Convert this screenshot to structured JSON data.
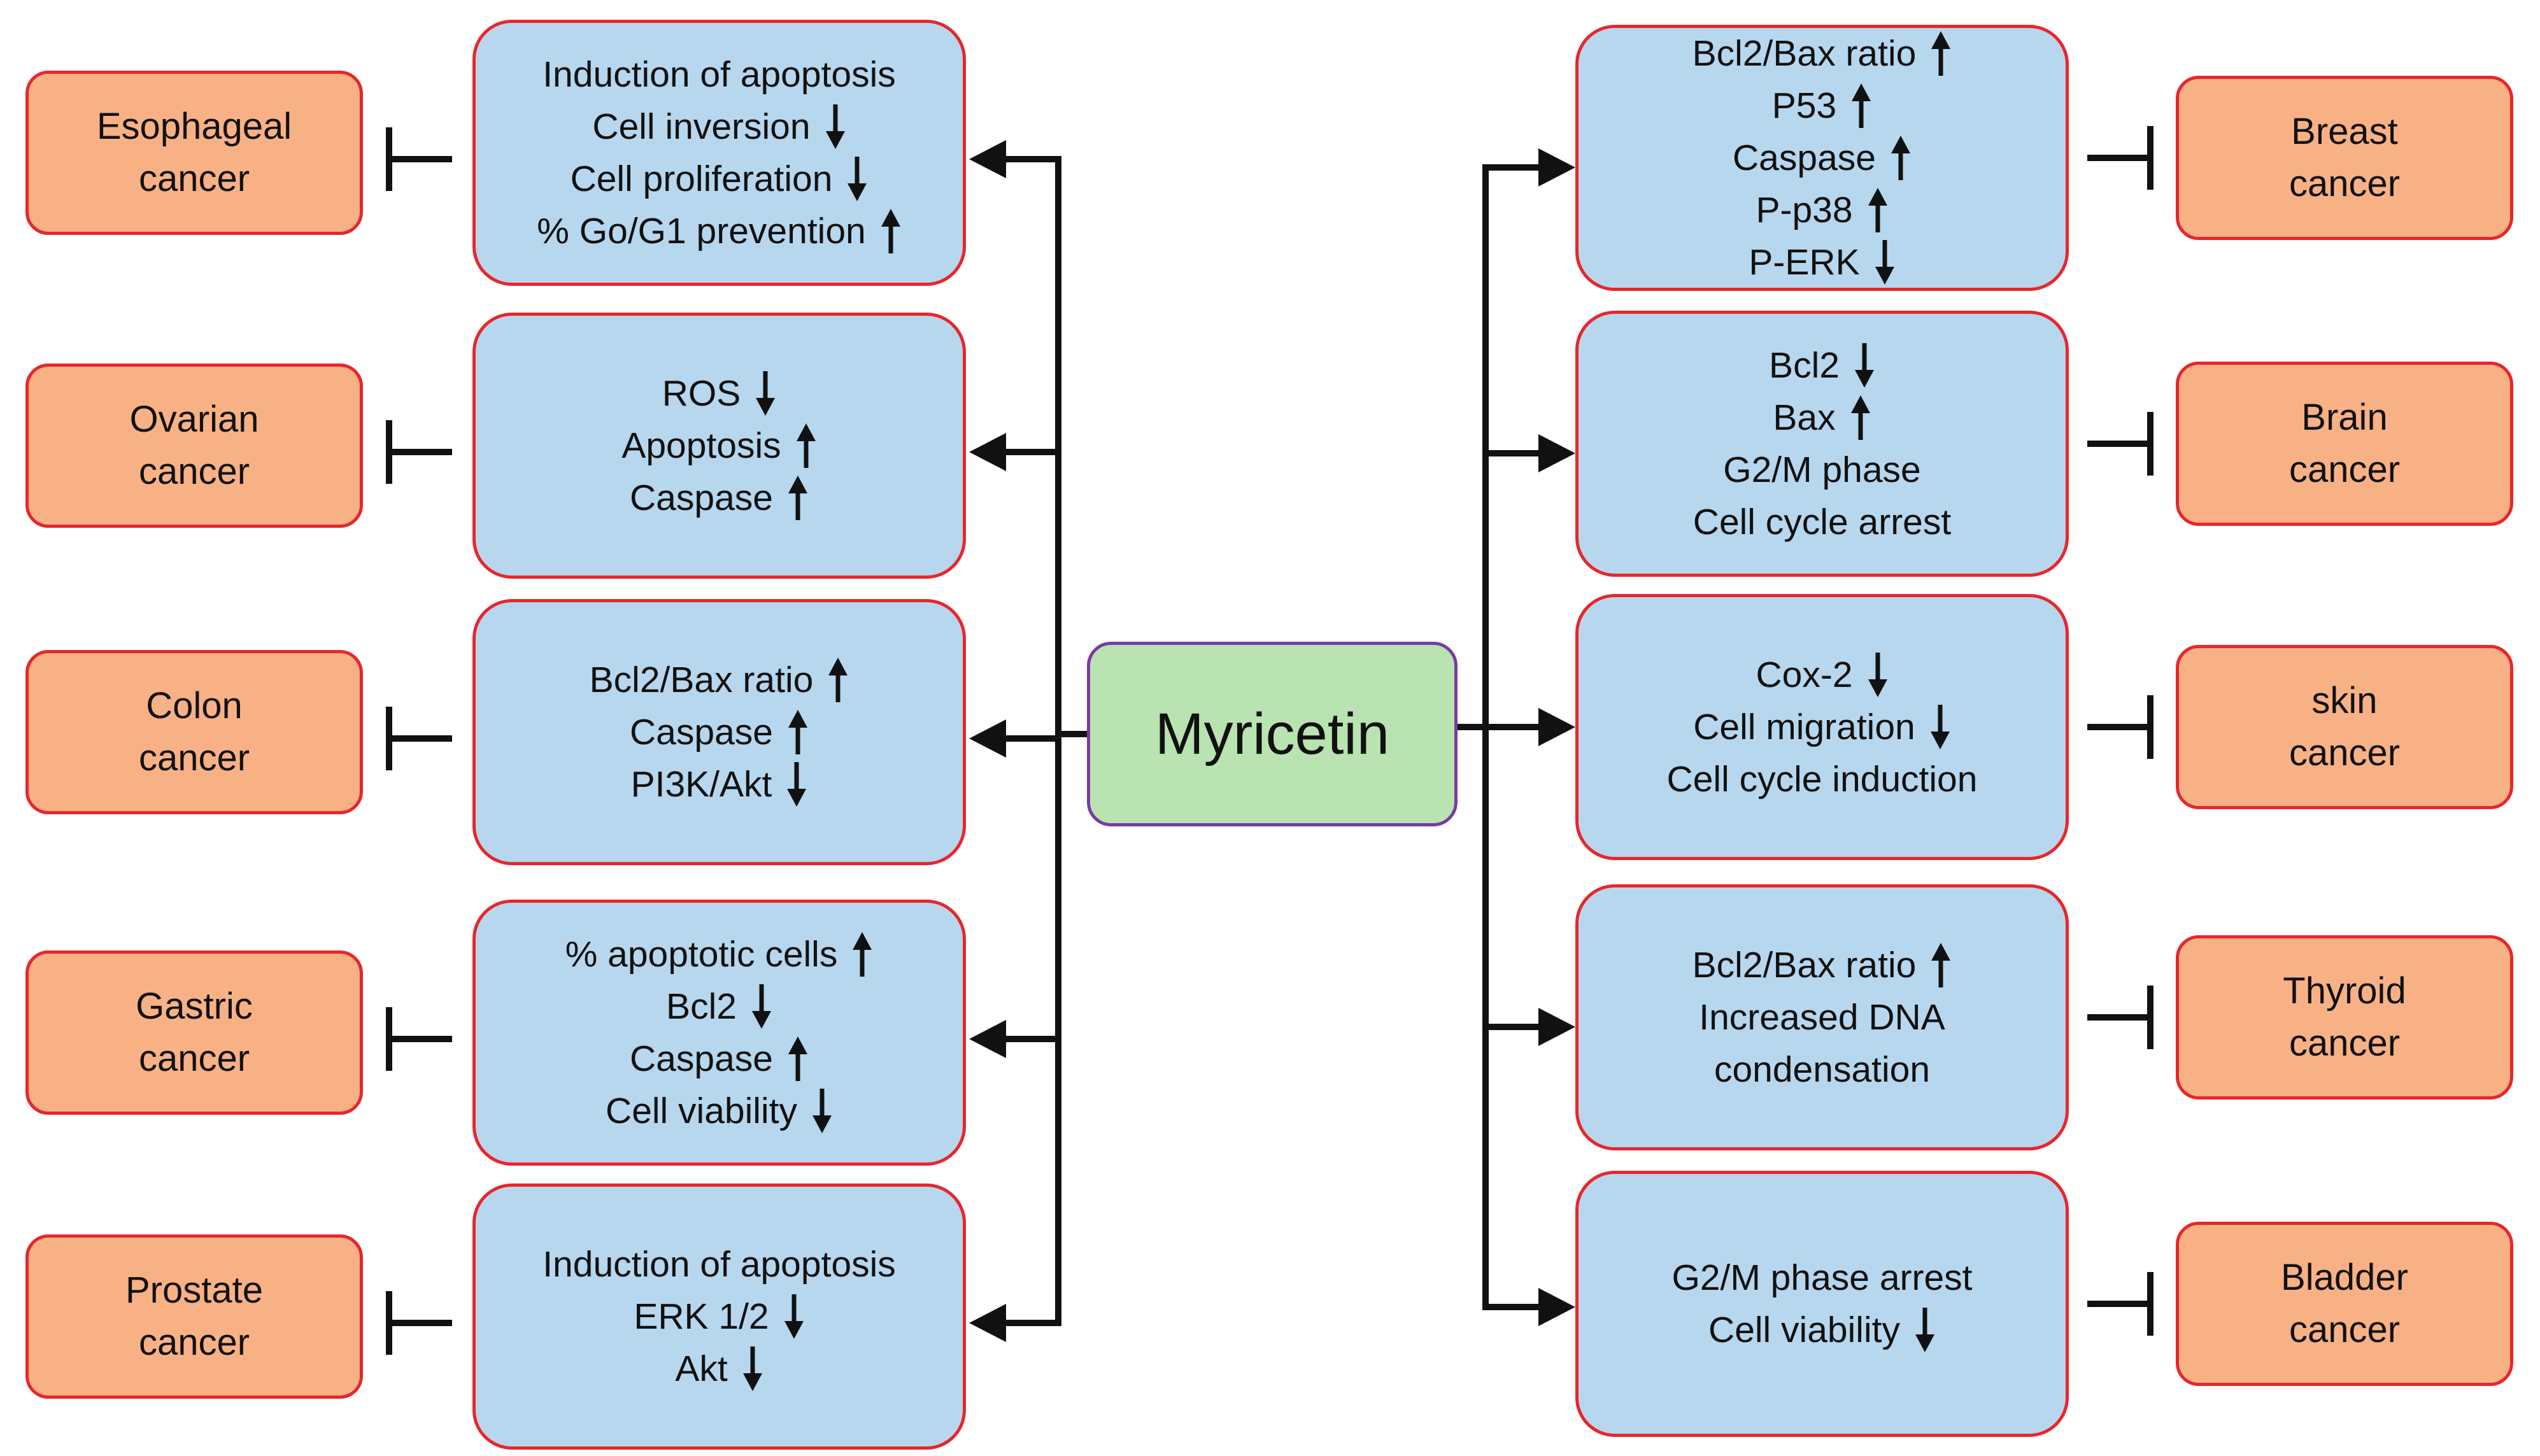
{
  "center": {
    "label": "Myricetin"
  },
  "left": [
    {
      "cancer": [
        "Esophageal",
        "cancer"
      ],
      "effects": [
        {
          "text": "Induction of apoptosis",
          "dir": ""
        },
        {
          "text": "Cell inversion",
          "dir": "down"
        },
        {
          "text": "Cell proliferation",
          "dir": "down"
        },
        {
          "text": "% Go/G1 prevention",
          "dir": "up"
        }
      ]
    },
    {
      "cancer": [
        "Ovarian",
        "cancer"
      ],
      "effects": [
        {
          "text": "ROS",
          "dir": "down"
        },
        {
          "text": "Apoptosis",
          "dir": "up"
        },
        {
          "text": "Caspase",
          "dir": "up"
        }
      ]
    },
    {
      "cancer": [
        "Colon",
        "cancer"
      ],
      "effects": [
        {
          "text": "Bcl2/Bax ratio",
          "dir": "up"
        },
        {
          "text": "Caspase",
          "dir": "up"
        },
        {
          "text": "PI3K/Akt",
          "dir": "down"
        }
      ]
    },
    {
      "cancer": [
        "Gastric",
        "cancer"
      ],
      "effects": [
        {
          "text": "% apoptotic cells",
          "dir": "up"
        },
        {
          "text": "Bcl2",
          "dir": "down"
        },
        {
          "text": "Caspase",
          "dir": "up"
        },
        {
          "text": "Cell viability",
          "dir": "down"
        }
      ]
    },
    {
      "cancer": [
        "Prostate",
        "cancer"
      ],
      "effects": [
        {
          "text": "Induction of apoptosis",
          "dir": ""
        },
        {
          "text": "ERK 1/2",
          "dir": "down"
        },
        {
          "text": "Akt",
          "dir": "down"
        }
      ]
    }
  ],
  "right": [
    {
      "cancer": [
        "Breast",
        "cancer"
      ],
      "effects": [
        {
          "text": "Bcl2/Bax ratio",
          "dir": "up"
        },
        {
          "text": "P53",
          "dir": "up"
        },
        {
          "text": "Caspase",
          "dir": "up"
        },
        {
          "text": "P-p38",
          "dir": "up"
        },
        {
          "text": "P-ERK",
          "dir": "down"
        }
      ]
    },
    {
      "cancer": [
        "Brain",
        "cancer"
      ],
      "effects": [
        {
          "text": "Bcl2",
          "dir": "down"
        },
        {
          "text": "Bax",
          "dir": "up"
        },
        {
          "text": "G2/M phase",
          "dir": ""
        },
        {
          "text": "Cell cycle arrest",
          "dir": ""
        }
      ]
    },
    {
      "cancer": [
        "skin",
        "cancer"
      ],
      "effects": [
        {
          "text": "Cox-2",
          "dir": "down"
        },
        {
          "text": "Cell migration",
          "dir": "down"
        },
        {
          "text": "Cell cycle induction",
          "dir": ""
        }
      ]
    },
    {
      "cancer": [
        "Thyroid",
        "cancer"
      ],
      "effects": [
        {
          "text": "Bcl2/Bax ratio",
          "dir": "up"
        },
        {
          "text": "Increased DNA",
          "dir": ""
        },
        {
          "text": "condensation",
          "dir": ""
        }
      ]
    },
    {
      "cancer": [
        "Bladder",
        "cancer"
      ],
      "effects": [
        {
          "text": "G2/M phase arrest",
          "dir": ""
        },
        {
          "text": "Cell viability",
          "dir": "down"
        }
      ]
    }
  ]
}
